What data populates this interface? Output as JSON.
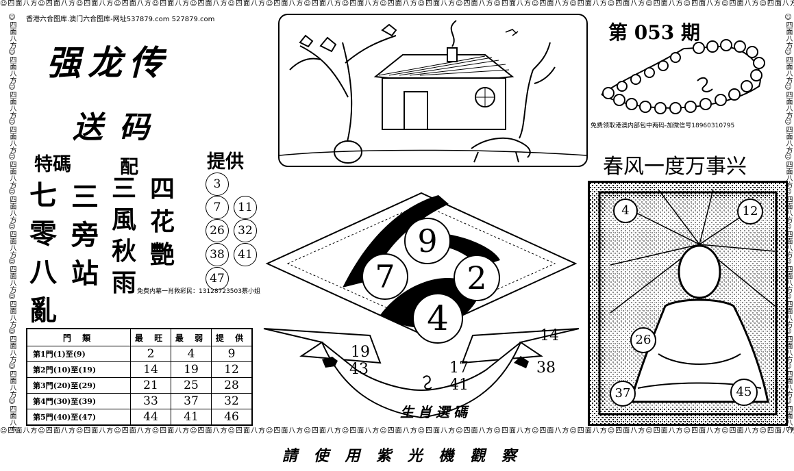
{
  "site_header": "香港六合图库.澳门六合图库-网址537879.com 527879.com",
  "title_calligraphy": "强龙传",
  "subtitle_calligraphy": "送码",
  "issue": "第 053 期",
  "free_note_top": "免费领取港澳内部包中两码-加微信号18960310795",
  "free_note_mid": "免费内幕一肖救彩民：13128723503蔡小姐",
  "slogan": "春风一度万事兴",
  "special": {
    "label_tema": "特碼",
    "label_pei": "配",
    "label_provide": "提供",
    "col1": [
      "七",
      "零",
      "八",
      "亂"
    ],
    "col2": [
      "三",
      "旁",
      "站"
    ],
    "col3": [
      "三",
      "風",
      "秋",
      "雨"
    ],
    "col4": [
      "四",
      "花",
      "艷"
    ]
  },
  "provided_numbers": [
    "3",
    "7",
    "11",
    "26",
    "32",
    "38",
    "41",
    "47"
  ],
  "table": {
    "headers": [
      "門 類",
      "最 旺",
      "最 弱",
      "提 供"
    ],
    "rows": [
      [
        "第1門(1)至(9)",
        "2",
        "4",
        "9"
      ],
      [
        "第2門(10)至(19)",
        "14",
        "19",
        "12"
      ],
      [
        "第3門(20)至(29)",
        "21",
        "25",
        "28"
      ],
      [
        "第4門(30)至(39)",
        "33",
        "37",
        "32"
      ],
      [
        "第5門(40)至(47)",
        "44",
        "41",
        "46"
      ]
    ]
  },
  "diamond_balls": [
    "9",
    "7",
    "2",
    "4"
  ],
  "banner_numbers": {
    "left_top": "19",
    "left_bottom": "43",
    "right_top": "14",
    "right_bottom": "38",
    "center_top": "17",
    "center_bottom": "41"
  },
  "banner_text": "生肖選碼",
  "right_panel_numbers": [
    "4",
    "12",
    "26",
    "37",
    "45"
  ],
  "footer": "請 使 用 紫 光 機 觀 察",
  "border_text": "☺四面八方☺四面八方☺四面八方☺四面八方☺四面八方☺四面八方☺四面八方☺四面八方☺四面八方☺四面八方☺四面八方☺四面八方☺四面八方☺四面八方☺四面八方☺四面八方☺四面八方☺四面八方☺四面八方☺四面八方☺四面八方"
}
